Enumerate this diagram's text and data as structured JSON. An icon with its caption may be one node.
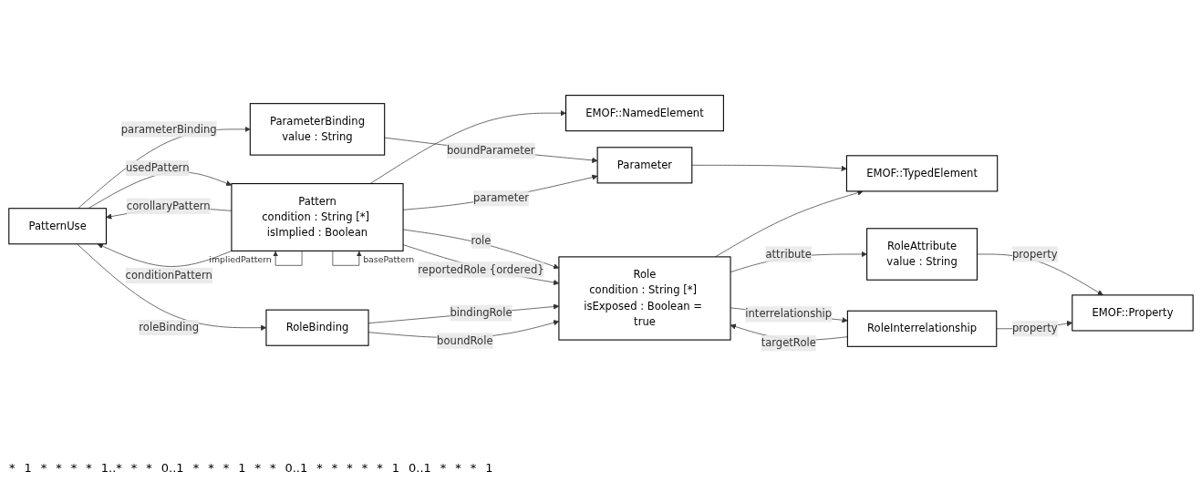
{
  "diagram": {
    "nodes": [
      {
        "text": [
          "ParameterBinding",
          "value : String"
        ]
      },
      {
        "text": [
          "EMOF::NamedElement"
        ]
      },
      {
        "text": [
          "Parameter"
        ]
      },
      {
        "text": [
          "EMOF::TypedElement"
        ]
      },
      {
        "text": [
          "PatternUse"
        ]
      },
      {
        "text": [
          "Pattern",
          "condition : String [*] isImplied : Boolean"
        ]
      },
      {
        "text": [
          "Role",
          "condition : String [*] isExposed : Boolean = true"
        ]
      },
      {
        "text": [
          "RoleAttribute",
          "value : String"
        ]
      },
      {
        "text": [
          "EMOF::Property"
        ]
      },
      {
        "text": [
          "RoleBinding"
        ]
      },
      {
        "text": [
          "RoleInterrelationship"
        ]
      }
    ],
    "edges": [
      {
        "from": 0,
        "to": 2,
        "arrow": "to",
        "label": "boundParameter"
      },
      {
        "from": 4,
        "to": 0,
        "arrow": "to",
        "label": "parameterBinding"
      },
      {
        "from": 2,
        "to": 3,
        "arrow": "to"
      },
      {
        "from": 5,
        "to": 1,
        "arrow": "to"
      },
      {
        "from": 5,
        "to": 2,
        "arrow": "to",
        "label": "parameter"
      },
      {
        "from": 6,
        "to": 3,
        "arrow": "to"
      },
      {
        "from": 5,
        "to": 4,
        "arrow": "to",
        "label": "corollaryPattern"
      },
      {
        "from": 5,
        "to": 4,
        "arrow": "to",
        "label": "conditionPattern"
      },
      {
        "from": 4,
        "to": 5,
        "arrow": "to",
        "label": "usedPattern"
      },
      {
        "from": 5,
        "to": 6,
        "arrow": "to",
        "label": "role"
      },
      {
        "from": 5,
        "to": 6,
        "arrow": "to",
        "label": "reportedRole {ordered}"
      },
      {
        "from": 5,
        "to": 5,
        "arrow": "to",
        "label": "impliedPattern"
      },
      {
        "from": 5,
        "to": 5,
        "arrow": "to",
        "label": "basePattern"
      },
      {
        "from": 6,
        "to": 7,
        "arrow": "to",
        "label": "attribute"
      },
      {
        "from": 7,
        "to": 8,
        "arrow": "to",
        "label": "property"
      },
      {
        "from": 4,
        "to": 9,
        "arrow": "to",
        "label": "roleBinding"
      },
      {
        "from": 9,
        "to": 6,
        "arrow": "to",
        "label": "bindingRole"
      },
      {
        "from": 9,
        "to": 6,
        "arrow": "to",
        "label": "boundRole"
      },
      {
        "from": 10,
        "to": 6,
        "arrow": "to",
        "label": "targetRole"
      },
      {
        "from": 6,
        "to": 10,
        "arrow": "to",
        "label": "interrelationship"
      },
      {
        "from": 10,
        "to": 8,
        "arrow": "to",
        "label": "property"
      }
    ],
    "labels": [
      "*",
      "1",
      "*",
      "*",
      "*",
      "*",
      "1..*",
      "*",
      "*",
      "0..1",
      "*",
      "*",
      "*",
      "1",
      "*",
      "*",
      "0..1",
      "*",
      "*",
      "*",
      "*",
      "*",
      "1",
      "0..1",
      "*",
      "*",
      "*",
      "1"
    ]
  }
}
